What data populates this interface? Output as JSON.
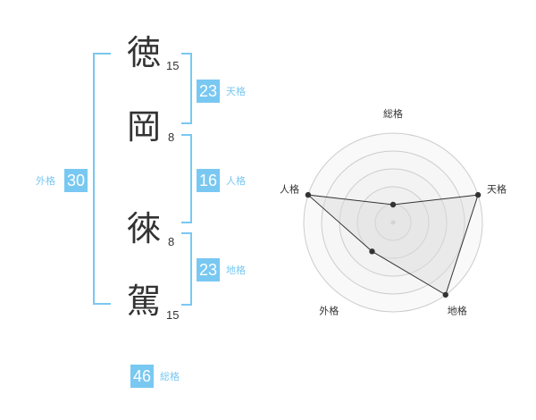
{
  "name": {
    "chars": [
      {
        "char": "徳",
        "strokes": "15"
      },
      {
        "char": "岡",
        "strokes": "8"
      },
      {
        "char": "徠",
        "strokes": "8"
      },
      {
        "char": "駕",
        "strokes": "15"
      }
    ]
  },
  "kakusu": {
    "tenkaku": {
      "value": "23",
      "label": "天格"
    },
    "jinkaku": {
      "value": "16",
      "label": "人格"
    },
    "chikaku": {
      "value": "23",
      "label": "地格"
    },
    "gaikaku": {
      "value": "30",
      "label": "外格"
    },
    "soukaku": {
      "value": "46",
      "label": "総格"
    }
  },
  "colors": {
    "accent": "#79c8f2",
    "text": "#333333",
    "grid": "#cccccc",
    "fill": "#eeeeee"
  },
  "chart_data": {
    "type": "radar",
    "categories": [
      "総格",
      "天格",
      "地格",
      "外格",
      "人格"
    ],
    "levels": 5,
    "values": [
      1,
      5,
      5,
      2,
      5
    ],
    "max": 5
  }
}
